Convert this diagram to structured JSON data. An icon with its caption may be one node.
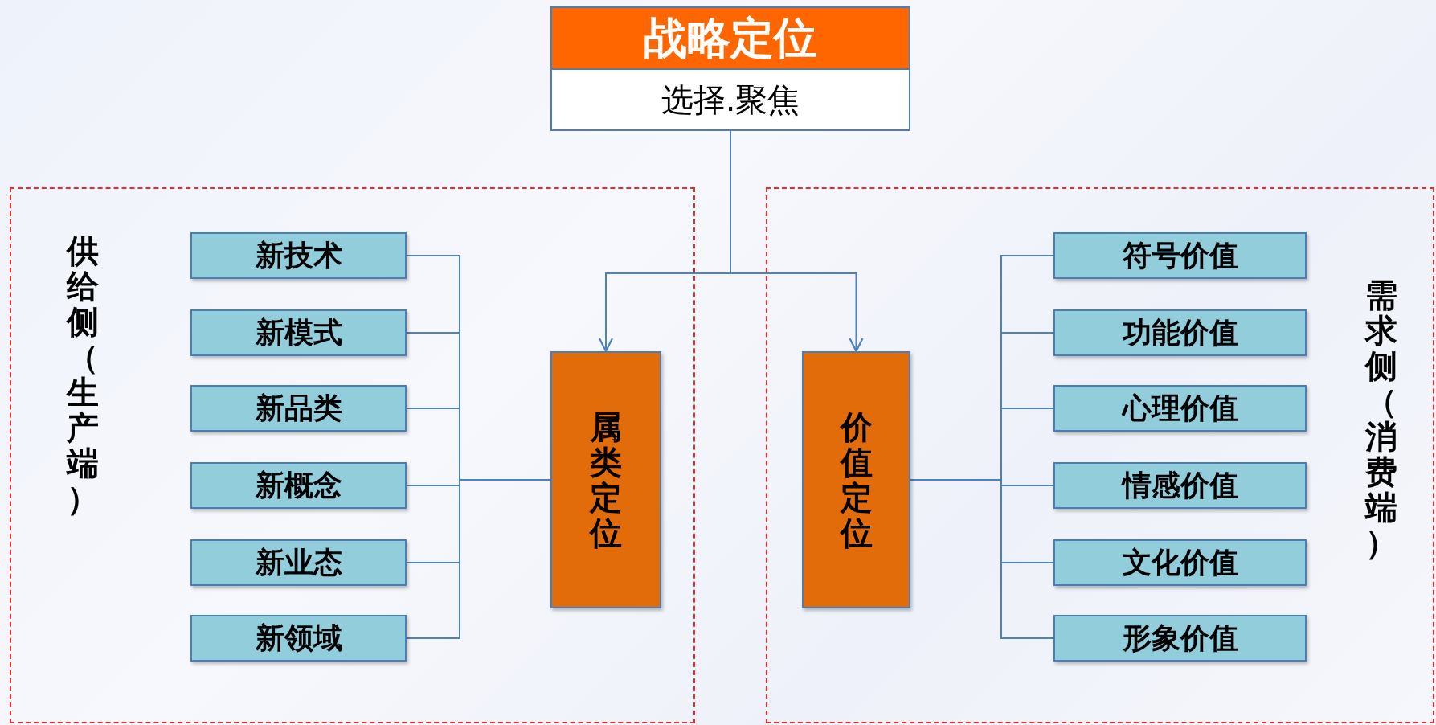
{
  "diagram": {
    "nodes": [
      {
        "text": [
          "战略定位",
          "选择.聚焦"
        ]
      },
      {
        "text": [
          "供给侧（生产端）"
        ]
      },
      {
        "text": [
          "新技术"
        ],
        "in": 1
      },
      {
        "text": [
          "新模式"
        ],
        "in": 1
      },
      {
        "text": [
          "新品类"
        ],
        "in": 1
      },
      {
        "text": [
          "新概念"
        ],
        "in": 1
      },
      {
        "text": [
          "新业态"
        ],
        "in": 1
      },
      {
        "text": [
          "新领域"
        ],
        "in": 1
      },
      {
        "text": [
          "属类定位"
        ],
        "in": 1
      },
      {
        "text": [
          "需求侧（消费端）"
        ]
      },
      {
        "text": [
          "价值定位"
        ],
        "in": 9
      },
      {
        "text": [
          "符号价值"
        ],
        "in": 9
      },
      {
        "text": [
          "功能价值"
        ],
        "in": 9
      },
      {
        "text": [
          "心理价值"
        ],
        "in": 9
      },
      {
        "text": [
          "情感价值"
        ],
        "in": 9
      },
      {
        "text": [
          "文化价值"
        ],
        "in": 9
      },
      {
        "text": [
          "形象价值"
        ],
        "in": 9
      }
    ],
    "edges": [
      {
        "from": 0,
        "to": 8,
        "arrow": "to"
      },
      {
        "from": 0,
        "to": 10,
        "arrow": "to"
      },
      {
        "from": 2,
        "to": 8,
        "arrow": "none"
      },
      {
        "from": 3,
        "to": 8,
        "arrow": "none"
      },
      {
        "from": 4,
        "to": 8,
        "arrow": "none"
      },
      {
        "from": 5,
        "to": 8,
        "arrow": "none"
      },
      {
        "from": 6,
        "to": 8,
        "arrow": "none"
      },
      {
        "from": 7,
        "to": 8,
        "arrow": "none"
      },
      {
        "from": 11,
        "to": 10,
        "arrow": "none"
      },
      {
        "from": 12,
        "to": 10,
        "arrow": "none"
      },
      {
        "from": 13,
        "to": 10,
        "arrow": "none"
      },
      {
        "from": 14,
        "to": 10,
        "arrow": "none"
      },
      {
        "from": 15,
        "to": 10,
        "arrow": "none"
      },
      {
        "from": 16,
        "to": 10,
        "arrow": "none"
      }
    ]
  }
}
